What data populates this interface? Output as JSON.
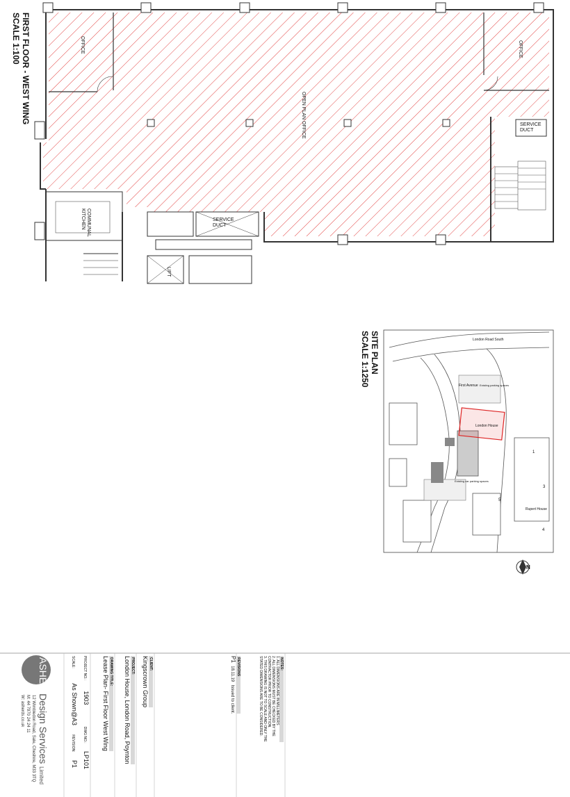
{
  "floor_plan": {
    "title_line1": "FIRST FLOOR - WEST WING",
    "title_line2": "SCALE 1:100",
    "rooms": {
      "office_left": "OFFICE",
      "office_right": "OFFICE",
      "open_plan": "OPEN PLAN OFFICE",
      "service_duct_right_1": "SERVICE",
      "service_duct_right_2": "DUCT",
      "service_duct_mid_1": "SERVICE",
      "service_duct_mid_2": "DUCT",
      "kitchen_1": "COMMUNAL",
      "kitchen_2": "KITCHEN",
      "lift": "LIFT"
    }
  },
  "site_plan": {
    "title_line1": "SITE PLAN",
    "title_line2": "SCALE 1:1250",
    "labels": {
      "london_road_south": "London Road South",
      "first_avenue": "First Avenue",
      "london_house": "London House",
      "existing_parking_1": "Existing parking spaces",
      "existing_parking_2": "Existing car parking spaces",
      "rupert_house": "Rupert House",
      "num_3": "3",
      "num_4": "4",
      "num_5": "5",
      "num_1": "1"
    },
    "north": "N"
  },
  "title_block": {
    "notes_head": "NOTES:",
    "notes": [
      "1. ALL DIMENSIONS ARE IN MILLIMETERS",
      "2. ALL DIMENSIONS MUST BE CHECKED BY THE",
      "CONTRACTOR PRIOR TO CONSTRUCTION.",
      "3. THIS DRAWING IS NOT TO SCALE AND ONLY THE",
      "STATED DIMENSIONS ARE TO BE CONSIDERED."
    ],
    "revisions_head": "REVISIONS",
    "revision_code": "P1",
    "revision_date": "18.11.19",
    "revision_desc": "Issued to client.",
    "client_head": "CLIENT:",
    "client": "Kingscrown Group",
    "project_head": "PROJECT:",
    "project": "London House, London Road, Poynton",
    "drawing_title_head": "DRAWING TITLE:",
    "drawing_title": "Lease Plan- First Floor West Wing",
    "project_no_head": "PROJECT NO.:",
    "project_no": "1903",
    "dwg_no_head": "DWG NO.:",
    "dwg_no": "LP101",
    "scale_head": "SCALE:",
    "scale": "As Shown@A3",
    "revision_head": "REVISION:",
    "revision": "P1",
    "logo_a": "ASHER",
    "logo_b": "Design Services",
    "logo_c": "Limited",
    "addr1": "12 Wimbledon Road, Sale, Cheshire, M33 3TQ",
    "addr2": "M: 44 7970 24 24 11",
    "addr3": "W: asherds.co.uk"
  }
}
